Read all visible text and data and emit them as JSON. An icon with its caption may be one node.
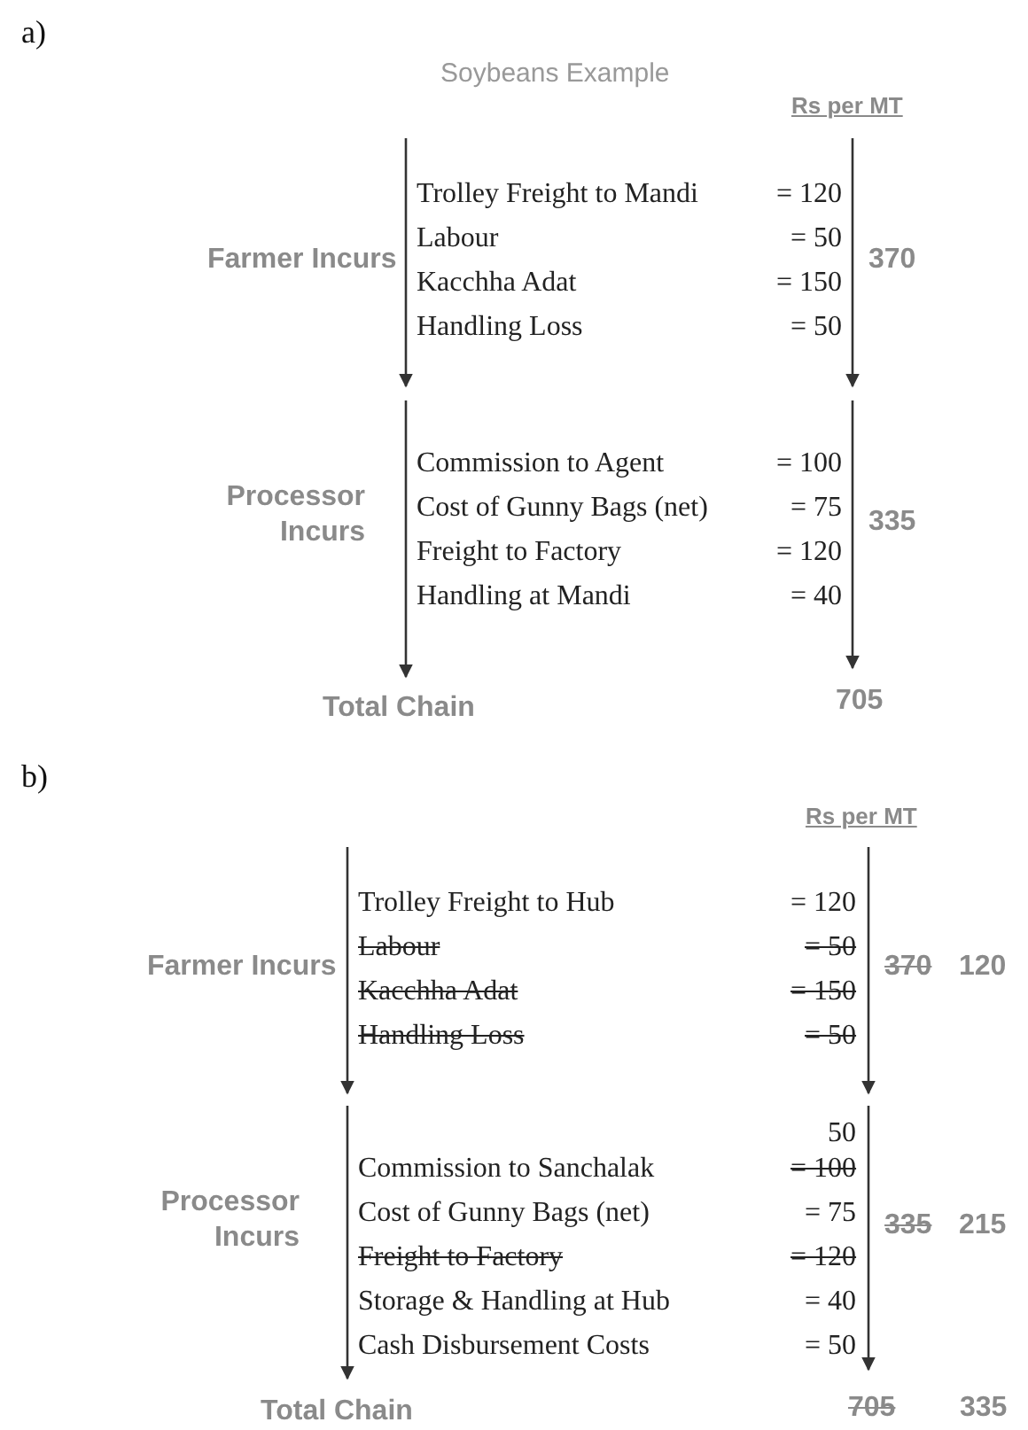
{
  "diagram": {
    "title": "Soybeans Example",
    "labels": [
      "a)",
      "Rs per MT",
      "Farmer Incurs",
      "Trolley Freight to Mandi",
      "= 120",
      "Labour",
      "= 50",
      "Kacchha Adat",
      "= 150",
      "Handling Loss",
      "= 50",
      "370",
      "Processor Incurs",
      "Commission to Agent",
      "= 100",
      "Cost of Gunny Bags (net)",
      "= 75",
      "Freight to Factory",
      "= 120",
      "Handling at Mandi",
      "= 40",
      "335",
      "Total Chain",
      "705",
      "b)",
      "Rs per MT",
      "Farmer Incurs",
      "Trolley Freight to Hub",
      "= 120",
      "Labour",
      "= 50",
      "Kacchha Adat",
      "= 150",
      "Handling Loss",
      "= 50",
      "370",
      "120",
      "Processor Incurs",
      "50",
      "Commission to Sanchalak",
      "= 100",
      "Cost of Gunny Bags (net)",
      "= 75",
      "Freight to Factory",
      "= 120",
      "Storage & Handling at Hub",
      "= 40",
      "Cash Disbursement Costs",
      "= 50",
      "335",
      "215",
      "Total Chain",
      "705",
      "335"
    ]
  }
}
